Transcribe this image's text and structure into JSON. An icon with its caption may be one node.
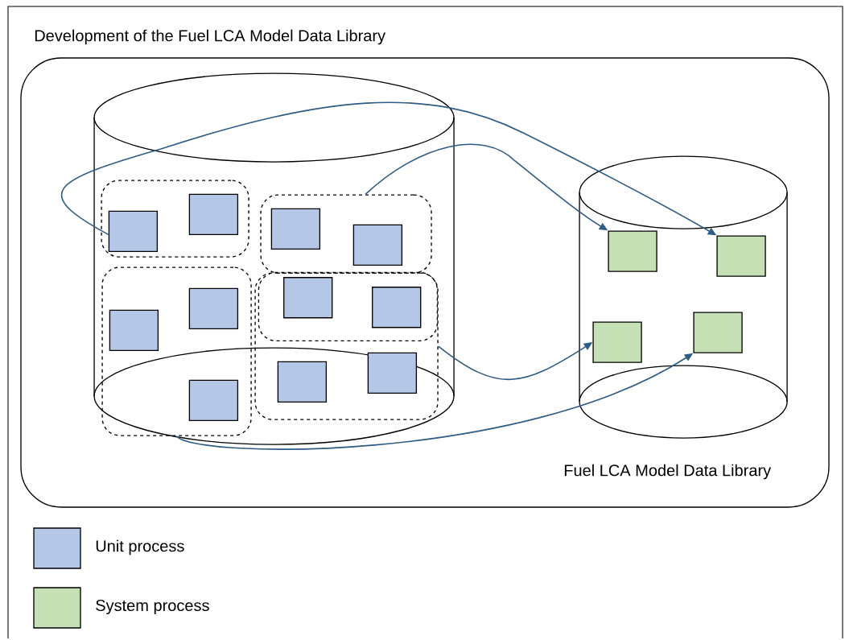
{
  "diagram": {
    "title": "Development of the Fuel LCA Model Data Library",
    "nodes": [
      {
        "text": [],
        "shape": "box"
      },
      {
        "text": [],
        "shape": "cylinder",
        "in": 0
      },
      {
        "text": [],
        "shape": "cylinder",
        "in": 0,
        "beside": [
          "Fuel LCA Model Data Library"
        ]
      },
      {
        "text": [],
        "shape": "box",
        "in": 1
      },
      {
        "text": [],
        "shape": "box",
        "in": 1
      },
      {
        "text": [],
        "shape": "box",
        "in": 7
      },
      {
        "text": [],
        "shape": "box",
        "in": 1
      },
      {
        "text": [],
        "shape": "box",
        "in": 1
      },
      {
        "text": [],
        "shape": "box",
        "in": 3
      },
      {
        "text": [],
        "shape": "box",
        "in": 3
      },
      {
        "text": [],
        "shape": "box",
        "in": 4
      },
      {
        "text": [],
        "shape": "box",
        "in": 4
      },
      {
        "text": [],
        "shape": "box",
        "in": 5
      },
      {
        "text": [],
        "shape": "box",
        "in": 5
      },
      {
        "text": [],
        "shape": "box",
        "in": 6
      },
      {
        "text": [],
        "shape": "box",
        "in": 6
      },
      {
        "text": [],
        "shape": "box",
        "in": 6
      },
      {
        "text": [],
        "shape": "box",
        "in": 7
      },
      {
        "text": [],
        "shape": "box",
        "in": 7
      },
      {
        "text": [],
        "shape": "box",
        "in": 2
      },
      {
        "text": [],
        "shape": "box",
        "in": 2
      },
      {
        "text": [],
        "shape": "box",
        "in": 2
      },
      {
        "text": [],
        "shape": "box",
        "in": 2
      }
    ],
    "edges": [
      {
        "from": 8,
        "to": 20,
        "arrow": "to"
      },
      {
        "from": 4,
        "to": 19,
        "arrow": "to"
      },
      {
        "from": 7,
        "to": 21,
        "arrow": "to"
      },
      {
        "from": 6,
        "to": 22,
        "arrow": "to"
      }
    ],
    "legend": [
      {
        "text": "Unit process",
        "color": "#b4c7e7"
      },
      {
        "text": "System process",
        "color": "#c5e0b4"
      }
    ]
  }
}
